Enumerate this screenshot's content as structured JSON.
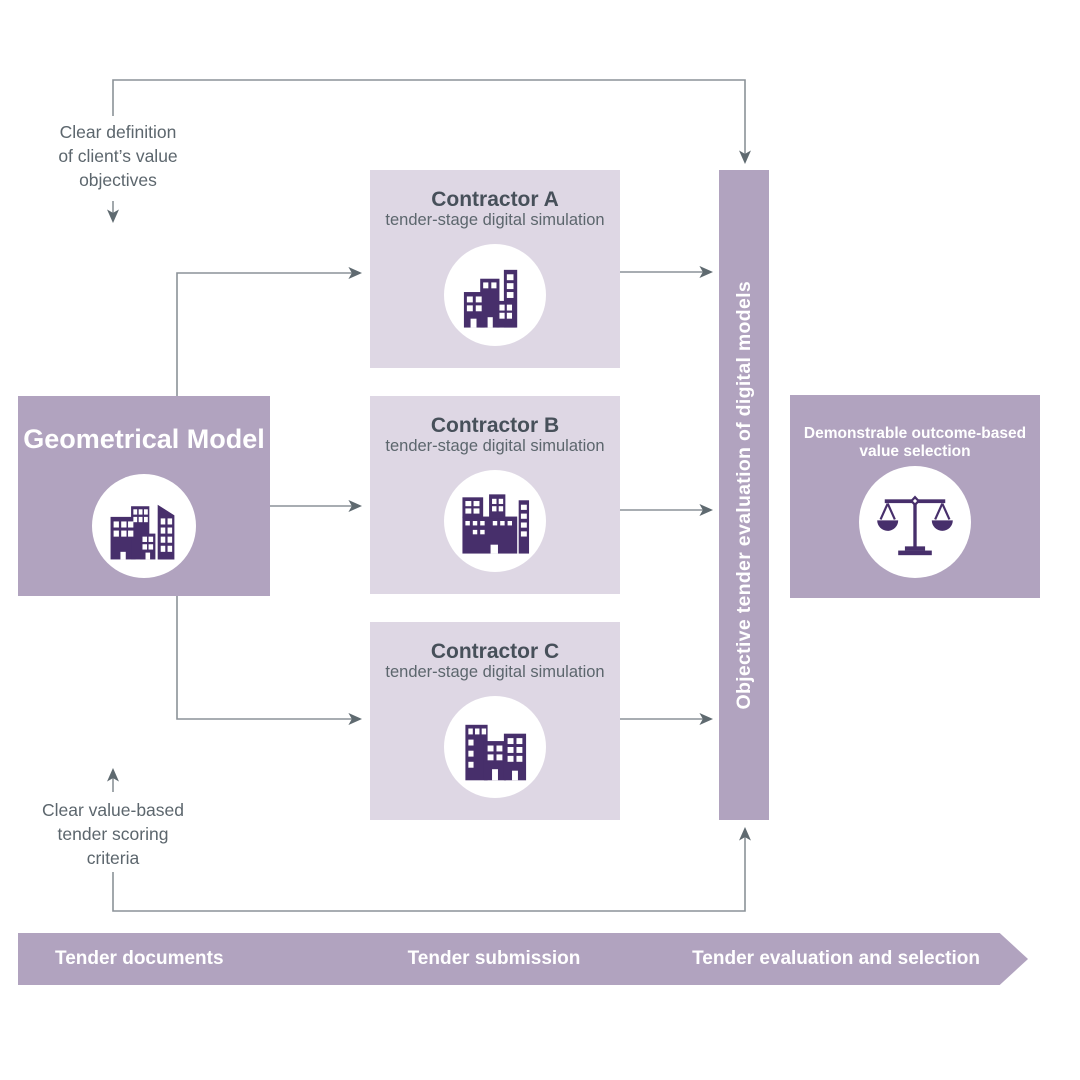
{
  "colors": {
    "mauve": "#b1a3bf",
    "lavender": "#ded7e4",
    "dark_purple": "#472f6b",
    "connector_line": "#8b9298",
    "arrowhead": "#5f6a70",
    "annotation_text": "#5c666d",
    "title_dark": "#47505a",
    "white": "#ffffff"
  },
  "annotations": {
    "top_left": "Clear definition\nof client’s value\nobjectives",
    "bottom_left": "Clear value-based\ntender scoring\ncriteria"
  },
  "source_box": {
    "title": "Geometrical Model",
    "icon": "buildings-icon"
  },
  "contractors": [
    {
      "title": "Contractor A",
      "subtitle": "tender-stage digital simulation",
      "icon": "buildings-icon"
    },
    {
      "title": "Contractor B",
      "subtitle": "tender-stage digital simulation",
      "icon": "buildings-icon"
    },
    {
      "title": "Contractor C",
      "subtitle": "tender-stage digital simulation",
      "icon": "buildings-icon"
    }
  ],
  "evaluation_bar": {
    "label": "Objective tender evaluation of digital models"
  },
  "outcome_box": {
    "title": "Demonstrable outcome-based value selection",
    "icon": "scales-icon"
  },
  "timeline": {
    "stages": [
      "Tender documents",
      "Tender submission",
      "Tender evaluation and selection"
    ]
  }
}
